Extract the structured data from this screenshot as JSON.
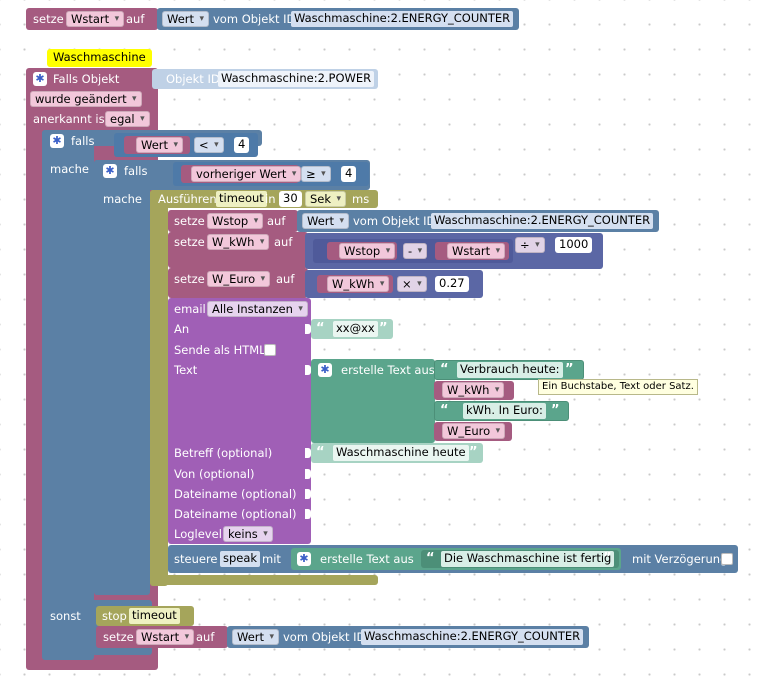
{
  "colors": {
    "variable_block": "#a55b80",
    "logic_block": "#5b80a5",
    "timeout_block": "#a5a55b",
    "text_block": "#5ba58c",
    "math_block": "#5b67a5",
    "email_block": "#a05fb6",
    "comment_background": "#ffff00"
  },
  "top_block": {
    "setze": "setze",
    "var": "Wstart",
    "auf": "auf",
    "prop": "Wert",
    "vom_objekt": "vom Objekt ID",
    "object_id": "Waschmaschine:2.ENERGY_COUNTER"
  },
  "comment": "Waschmaschine",
  "trigger": {
    "label": "Falls Objekt",
    "objekt_id_label": "Objekt ID",
    "object_id": "Waschmaschine:2.POWER",
    "change": "wurde geändert",
    "ack_label": "anerkannt ist",
    "ack_value": "egal"
  },
  "if1": {
    "falls": "falls",
    "mache": "mache",
    "sonst": "sonst",
    "cond_left": "Wert",
    "cond_op": "<",
    "cond_right": "4"
  },
  "if2": {
    "falls": "falls",
    "mache": "mache",
    "cond_left": "vorheriger Wert",
    "cond_op": "≥",
    "cond_right": "4"
  },
  "timeout": {
    "ausfuehren": "Ausführen",
    "name": "timeout",
    "in": "in",
    "value": "30",
    "unit": "Sek",
    "ms": "ms"
  },
  "set_wstop": {
    "setze": "setze",
    "var": "Wstop",
    "auf": "auf",
    "prop": "Wert",
    "vom_objekt": "vom Objekt ID",
    "object_id": "Waschmaschine:2.ENERGY_COUNTER"
  },
  "set_wkwh": {
    "setze": "setze",
    "var": "W_kWh",
    "auf": "auf",
    "left": "Wstop",
    "op1": "-",
    "right": "Wstart",
    "op2": "÷",
    "divisor": "1000"
  },
  "set_weuro": {
    "setze": "setze",
    "var": "W_Euro",
    "auf": "auf",
    "left": "W_kWh",
    "op": "×",
    "factor": "0.27"
  },
  "email": {
    "label": "email",
    "instances": "Alle Instanzen",
    "an_label": "An",
    "an_value": "xx@xx",
    "html_label": "Sende als HTML",
    "text_label": "Text",
    "text_join_label": "erstelle Text aus",
    "text_part1": "Verbrauch heute:",
    "text_var1": "W_kWh",
    "text_part2": "kWh. In Euro:",
    "text_var2": "W_Euro",
    "tooltip": "Ein Buchstabe, Text oder Satz.",
    "betreff_label": "Betreff (optional)",
    "betreff_value": "Waschmaschine heute",
    "von_label": "Von (optional)",
    "datei1_label": "Dateiname (optional)",
    "datei2_label": "Dateiname (optional)",
    "loglevel_label": "Loglevel",
    "loglevel_value": "keins"
  },
  "speak": {
    "steuere": "steuere",
    "target": "speak",
    "mit": "mit",
    "join_label": "erstelle Text aus",
    "text": "Die Waschmaschine ist fertig",
    "delay_label": "mit Verzögerung"
  },
  "else": {
    "stop": "stop",
    "stop_name": "timeout",
    "setze": "setze",
    "var": "Wstart",
    "auf": "auf",
    "prop": "Wert",
    "vom_objekt": "vom Objekt ID",
    "object_id": "Waschmaschine:2.ENERGY_COUNTER"
  }
}
